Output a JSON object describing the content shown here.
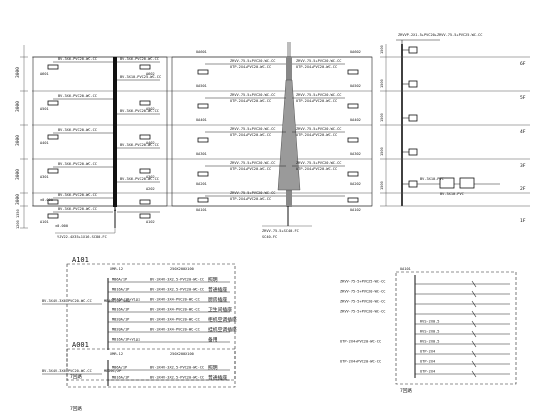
{
  "floor_labels": [
    "6F",
    "5F",
    "4F",
    "3F",
    "2F",
    "1F"
  ],
  "floor_heights": [
    "3000",
    "3000",
    "3000",
    "3000",
    "3000"
  ],
  "ground_dims": [
    "1350",
    "1200"
  ],
  "elevation_mark": "±0.000",
  "ground_level_mark": "±0.000",
  "left_cables": {
    "top": "BV-3X6-PVC20-WC-CC",
    "mid": "BV-3X10-PVC25-WC-CC",
    "low": "BV-3X6-PVC20-WC-CC",
    "ground": "BV-3X6-PVC20-WC-CC",
    "ground2": "BV-3X6-PVC20-WC-CC"
  },
  "left_box_labels": {
    "a601": "A601",
    "a602": "A602",
    "a501": "A501",
    "a502": "A502",
    "a401": "A401",
    "a402": "A402",
    "a301": "A301",
    "a302": "A302",
    "a201": "A201",
    "a202": "A202",
    "a101": "A101",
    "a102": "A102"
  },
  "left_incoming": "YJV22-4X35+1X16-SC80-FC",
  "left_incoming_mark": "A",
  "mid_box_labels": {
    "ua601": "UA601",
    "ua602": "UA602",
    "ua501": "UA501",
    "ua502": "UA502",
    "ua401": "UA401",
    "ua402": "UA402",
    "ua301": "UA301",
    "ua302": "UA302",
    "ua201": "UA201",
    "ua202": "UA202",
    "ua101": "UA101",
    "ua102": "UA102"
  },
  "mid_cables": {
    "a": "ZRVV-75-5+PVC20-WC-CC",
    "b": "ZRVV-75-5+PVC20-WC-CC",
    "c": "UTP-2X4+PVC20-WC-CC",
    "d": "UTP-2X4+PVC20-WC-CC"
  },
  "mid_incoming": "ZRVV-75-5+SC40-FC",
  "mid_incoming2": "SC40-FC",
  "right_top_cable": "ZRVVP-2X1.5+PVC20+ZRVV-75-5+PVC25-WC-CC",
  "right_floor_dims": [
    "1500",
    "1500",
    "1500",
    "1500",
    "1500",
    "1500"
  ],
  "right_legend": {
    "l1": "BV-3X10-PVC",
    "l2": "BV-3X10-PVC"
  },
  "panel_a101": {
    "title": "A101",
    "model": "XMR-12",
    "size": "250X200X100",
    "incoming": "BV-3X4V-3X6-PVC20-WC-CC",
    "main_breaker": "MB40C/2P 40A",
    "count_label": "7回路",
    "circuits": [
      {
        "breaker": "MB6A/1P",
        "cable": "BV-3X4V-3X2.5-PVC20-WC-CC",
        "use": "照明"
      },
      {
        "breaker": "MB16A/1P",
        "cable": "BV-3X4V-3X2.5-PVC20-WC-CC",
        "use": "普通插座"
      },
      {
        "breaker": "MB16A/1P+Vigi",
        "cable": "BV-3X4V-3X4-PVC20-WC-CC",
        "use": "厨房插座"
      },
      {
        "breaker": "MB16A/1P",
        "cable": "BV-3X4V-3X4-PVC20-WC-CC",
        "use": "卫生间插座"
      },
      {
        "breaker": "MB20A/1P",
        "cable": "BV-3X4V-3X4-PVC20-WC-CC",
        "use": "柜机空调插座"
      },
      {
        "breaker": "MB20A/1P",
        "cable": "BV-3X4V-3X4-PVC20-WC-CC",
        "use": "挂机空调插座"
      },
      {
        "breaker": "MB16A/1P+Vigi",
        "cable": "",
        "use": "备用"
      }
    ]
  },
  "panel_a001": {
    "title": "A001",
    "model": "XMR-12",
    "size": "250X200X100",
    "incoming": "BV-3X4V-3X6-PVC20-WC-CC",
    "main_breaker": "MB20C/2P",
    "count_label": "7回路",
    "circuits": [
      {
        "breaker": "MB6A/1P",
        "cable": "BV-3X4V-3X2.5-PVC20-WC-CC",
        "use": "照明"
      },
      {
        "breaker": "MB16A/1P",
        "cable": "BV-3X4V-3X2.5-PVC20-WC-CC",
        "use": "普通插座"
      }
    ]
  },
  "panel_ua": {
    "title": "UA101",
    "count_label": "7回路",
    "rows": [
      {
        "cable": "ZRVV-75-5+PVC25-WC-CC",
        "out": ""
      },
      {
        "cable": "ZRVV-75-5+PVC20-WC-CC",
        "out": ""
      },
      {
        "cable": "ZRVV-75-5+PVC20-WC-CC",
        "out": ""
      },
      {
        "cable": "ZRVV-75-5+PVC20-WC-CC",
        "out": ""
      },
      {
        "cable": "",
        "out": "RVS-2X0.5"
      },
      {
        "cable": "",
        "out": "RVS-2X0.5"
      },
      {
        "cable": "UTP-2X4+PVC20-WC-CC",
        "out": "RVS-2X0.5"
      },
      {
        "cable": "",
        "out": "UTP-2X4"
      },
      {
        "cable": "UTP-2X4+PVC20-WC-CC",
        "out": "UTP-2X4"
      },
      {
        "cable": "",
        "out": "UTP-2X4"
      }
    ]
  }
}
